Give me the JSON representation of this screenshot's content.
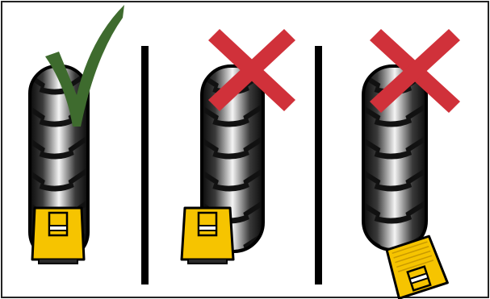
{
  "panels": [
    {
      "name": "correct-placement",
      "verdict": "correct",
      "verdict_icon": "check-icon"
    },
    {
      "name": "misaligned-placement",
      "verdict": "incorrect",
      "verdict_icon": "cross-icon"
    },
    {
      "name": "tilted-placement",
      "verdict": "incorrect",
      "verdict_icon": "cross-icon"
    }
  ],
  "colors": {
    "check": "#3E6B2E",
    "cross": "#D0313A",
    "block_fill": "#F6C400",
    "tyre_dark": "#111111",
    "divider": "#000000",
    "frame": "#222222"
  }
}
